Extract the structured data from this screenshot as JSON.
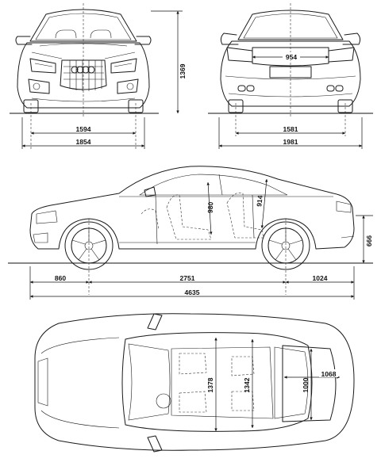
{
  "dimensions": {
    "height": "1369",
    "front_track": "1594",
    "width_front": "1854",
    "rear_trunk_width": "954",
    "rear_track": "1581",
    "width_mirrors": "1981",
    "length_front_overhang": "860",
    "wheelbase": "2751",
    "rear_overhang": "1024",
    "total_length": "4635",
    "ground_clearance_rear": "666",
    "front_headroom": "980",
    "rear_headroom": "914",
    "front_shoulder_width": "1378",
    "rear_shoulder_width": "1342",
    "trunk_length": "1068",
    "trunk_width": "1000"
  }
}
